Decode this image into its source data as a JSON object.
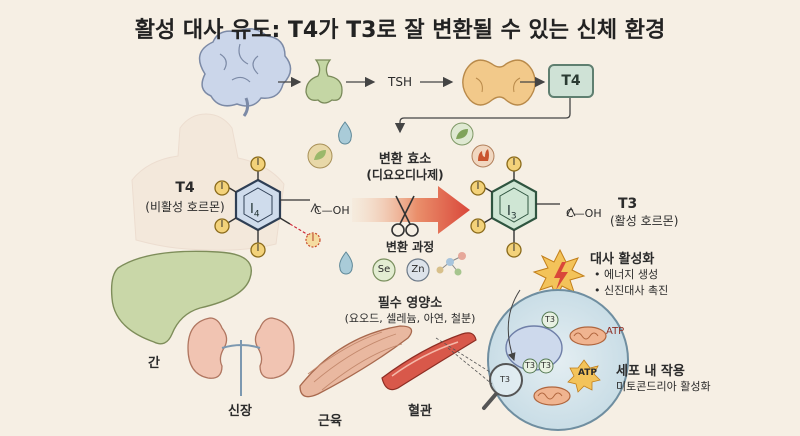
{
  "title": "활성 대사 유도: T4가 T3로 잘 변환될 수 있는 신체 환경",
  "pathway": {
    "tsh": "TSH",
    "t4_box": "T4"
  },
  "t4": {
    "name": "T4",
    "desc": "(비활성 호르몬)",
    "ring_label": "I",
    "ring_sub": "4"
  },
  "t3": {
    "name": "T3",
    "desc": "(활성 호르몬)",
    "ring_label": "I",
    "ring_sub": "3"
  },
  "iodine": "I",
  "oh": "C—OH",
  "enzyme": {
    "title": "변환 효소",
    "sub": "(디요오디나제)"
  },
  "process": "변환 과정",
  "nutrients": {
    "title": "필수 영양소",
    "sub": "(요오드, 셀레늄, 아연, 철분)",
    "se": "Se",
    "zn": "Zn"
  },
  "metabolism": {
    "title": "대사 활성화",
    "items": [
      "• 에너지 생성",
      "• 신진대사 촉진"
    ]
  },
  "cell": {
    "title": "세포 내 작용",
    "sub": "미토콘드리아 활성화",
    "atp": "ATP",
    "t3": "T3"
  },
  "organs": {
    "liver": "간",
    "kidney": "신장",
    "muscle": "근육",
    "vessel": "혈관"
  },
  "colors": {
    "t3_green": "#cfe6d4",
    "t4_blue": "#cfdcec",
    "iodine_yellow": "#f3d27a",
    "arrow_red": "#d9473a",
    "bg": "#f6efe4"
  }
}
